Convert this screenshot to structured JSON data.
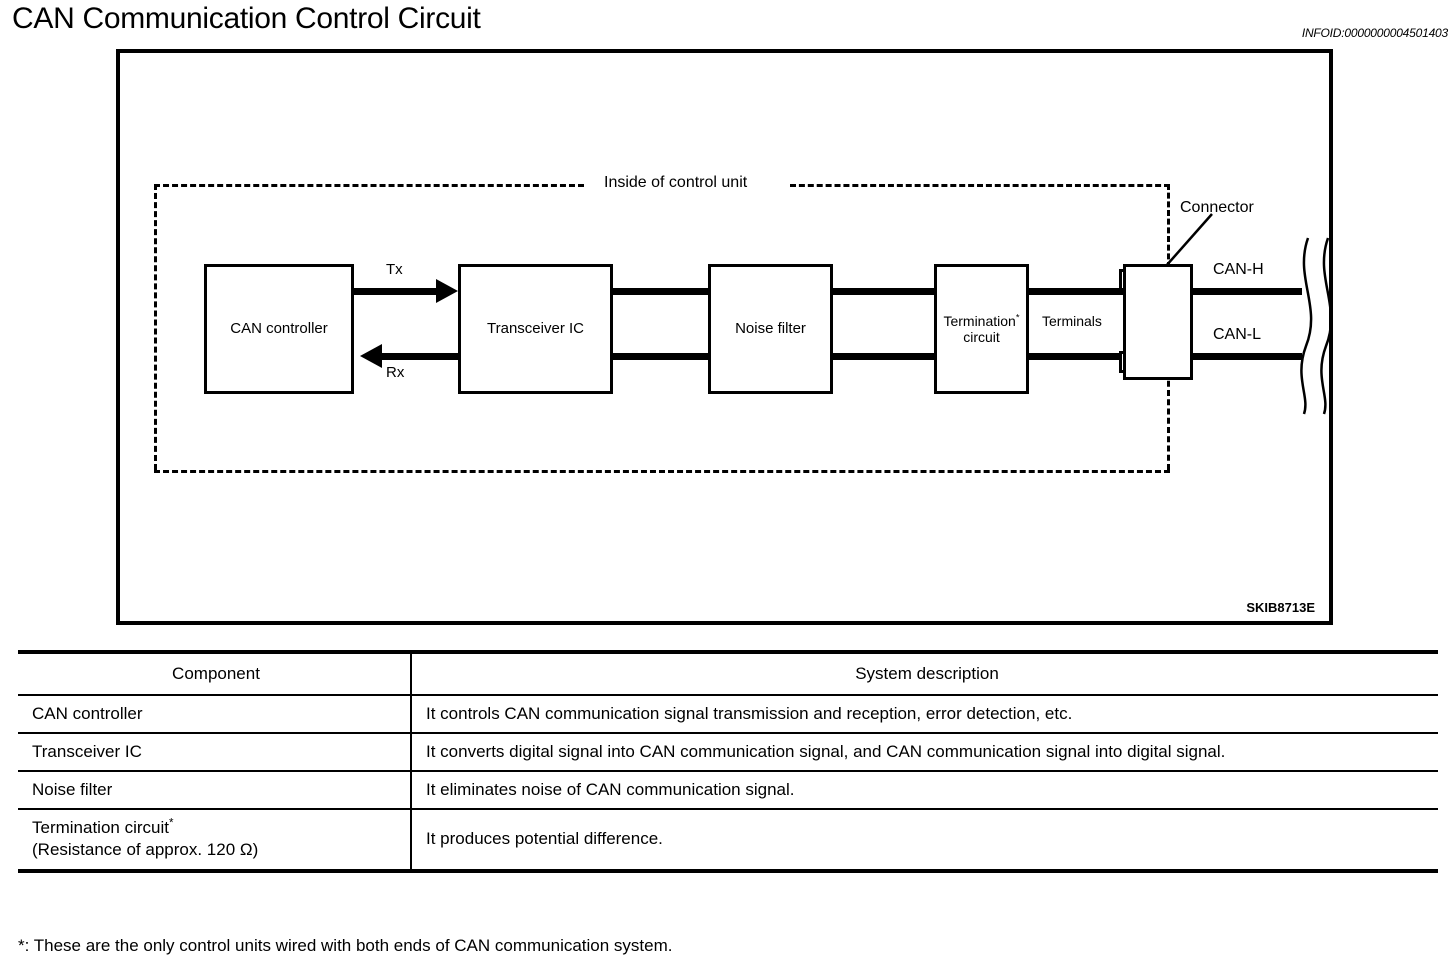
{
  "page": {
    "title": "CAN Communication Control Circuit",
    "infoid": "INFOID:0000000004501403"
  },
  "figure": {
    "code": "SKIB8713E",
    "inside_label": "Inside of control unit",
    "blocks": [
      {
        "id": "can-controller",
        "label": "CAN controller"
      },
      {
        "id": "transceiver-ic",
        "label": "Transceiver IC"
      },
      {
        "id": "noise-filter",
        "label": "Noise filter"
      },
      {
        "id": "termination-circuit",
        "label_line1": "Termination",
        "label_line2": "circuit",
        "marker": "*"
      }
    ],
    "signals": [
      {
        "id": "tx",
        "label": "Tx",
        "direction": "right"
      },
      {
        "id": "rx",
        "label": "Rx",
        "direction": "left"
      }
    ],
    "labels": {
      "terminals": "Terminals",
      "connector": "Connector",
      "can_h": "CAN-H",
      "can_l": "CAN-L"
    }
  },
  "table": {
    "headers": [
      "Component",
      "System description"
    ],
    "rows": [
      {
        "component": "CAN controller",
        "description": "It controls CAN communication signal transmission and reception, error detection, etc."
      },
      {
        "component": "Transceiver IC",
        "description": "It converts digital signal into CAN communication signal, and CAN communication signal into digital signal."
      },
      {
        "component": "Noise filter",
        "description": "It eliminates noise of CAN communication signal."
      },
      {
        "component_line1": "Termination circuit",
        "component_marker": "*",
        "component_line2": "(Resistance of approx. 120 Ω)",
        "description": "It produces potential difference."
      }
    ]
  },
  "footnote": "*: These are the only control units wired with both ends of CAN communication system."
}
